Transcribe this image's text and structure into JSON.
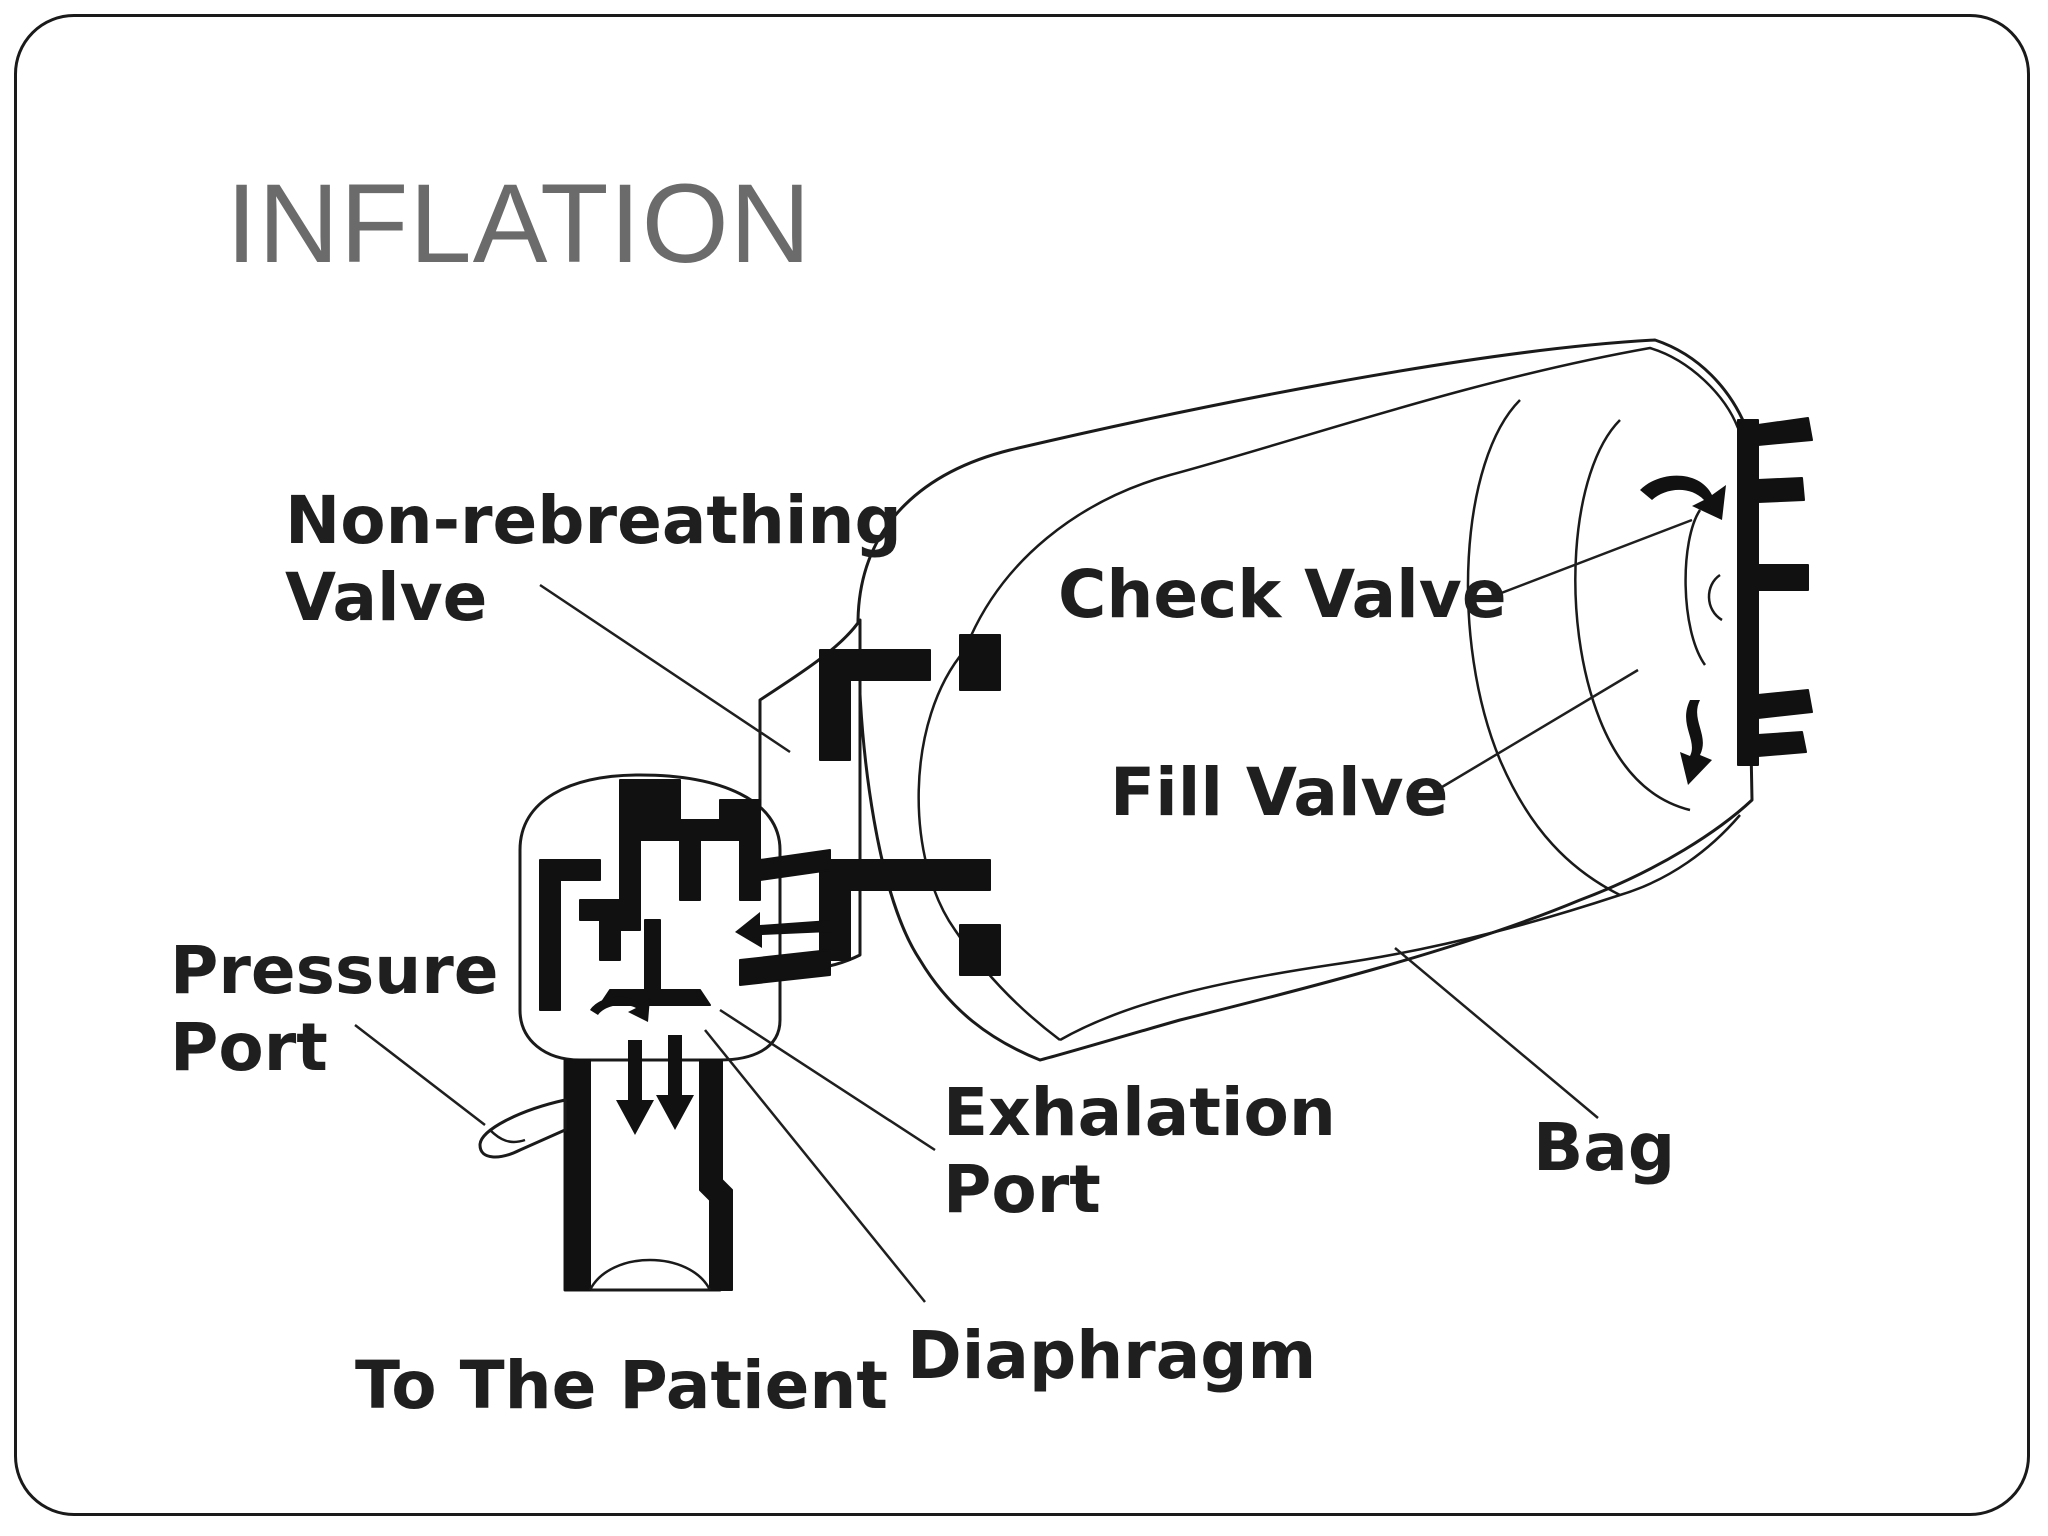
{
  "slide": {
    "title": "INFLATION"
  },
  "diagram": {
    "labels": {
      "non_rebreathing_valve": [
        "Non-rebreathing",
        "Valve"
      ],
      "check_valve": "Check Valve",
      "fill_valve": "Fill Valve",
      "pressure_port": [
        "Pressure",
        "Port"
      ],
      "exhalation_port": [
        "Exhalation",
        "Port"
      ],
      "bag": "Bag",
      "diaphragm": "Diaphragm",
      "to_the_patient": "To The Patient"
    },
    "colors": {
      "title_text": "#6b6b6b",
      "label_text": "#1f1f1f",
      "line": "#1a1a1a",
      "frame_border": "#1a1a1a"
    }
  }
}
